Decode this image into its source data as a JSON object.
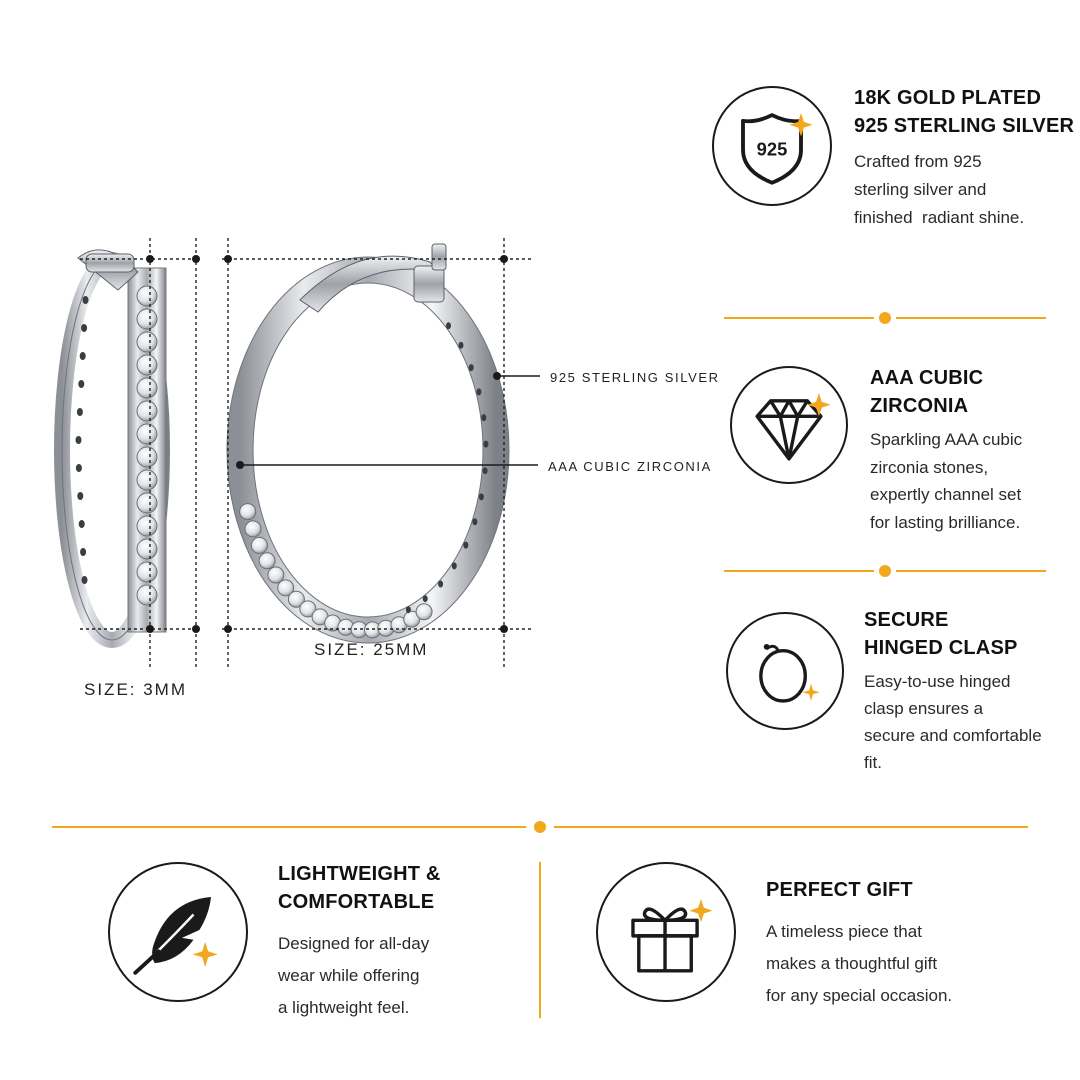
{
  "colors": {
    "accent": "#f2a81d",
    "ink": "#1a1a1a",
    "silver": "#c9ccd1"
  },
  "callouts": {
    "sterling": "925 STERLING SILVER",
    "zirconia": "AAA CUBIC ZIRCONIA"
  },
  "sizes": {
    "width": "SIZE: 3MM",
    "diameter": "SIZE: 25MM"
  },
  "features": [
    {
      "icon": "shield-925-icon",
      "badge": "925",
      "title_lines": [
        "18K GOLD PLATED",
        "925 STERLING SILVER"
      ],
      "desc_lines": [
        "Crafted from 925",
        "sterling silver and",
        "finished  radiant shine."
      ]
    },
    {
      "icon": "diamond-icon",
      "title_lines": [
        "AAA CUBIC",
        "ZIRCONIA"
      ],
      "desc_lines": [
        "Sparkling AAA cubic",
        "zirconia stones,",
        "expertly channel set",
        "for lasting brilliance."
      ]
    },
    {
      "icon": "hoop-clasp-icon",
      "title_lines": [
        "SECURE",
        "HINGED CLASP"
      ],
      "desc_lines": [
        "Easy-to-use hinged",
        "clasp ensures a",
        "secure and comfortable",
        "fit."
      ]
    },
    {
      "icon": "feather-icon",
      "title_lines": [
        "LIGHTWEIGHT &",
        "COMFORTABLE"
      ],
      "desc_lines": [
        "Designed for all-day",
        "wear while offering",
        "a lightweight feel."
      ]
    },
    {
      "icon": "gift-icon",
      "title_lines": [
        "PERFECT GIFT"
      ],
      "desc_lines": [
        "A timeless piece that",
        "makes a thoughtful gift",
        "for any special occasion."
      ]
    }
  ]
}
